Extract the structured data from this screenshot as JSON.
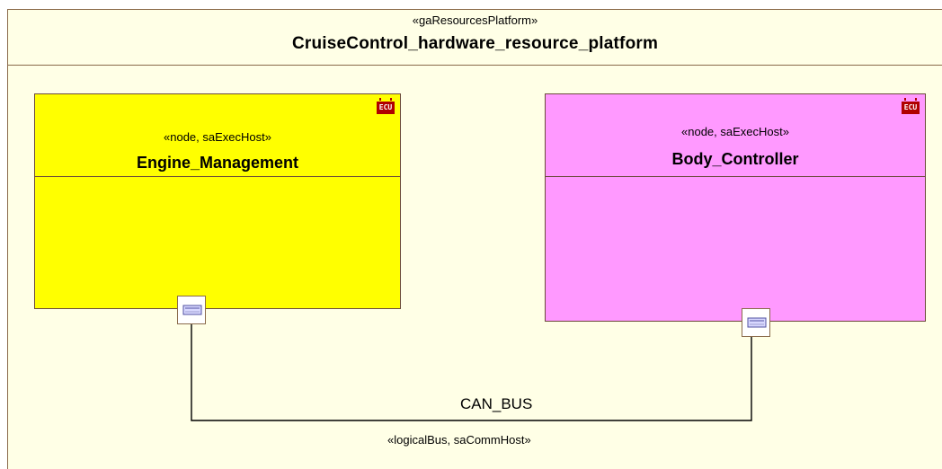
{
  "platform": {
    "stereotype": "«gaResourcesPlatform»",
    "name": "CruiseControl_hardware_resource_platform"
  },
  "nodes": [
    {
      "stereotype": "«node, saExecHost»",
      "name": "Engine_Management",
      "fill": "#ffff00",
      "icon": "ecu-icon",
      "icon_text": "ECU"
    },
    {
      "stereotype": "«node, saExecHost»",
      "name": "Body_Controller",
      "fill": "#ff99ff",
      "icon": "ecu-icon",
      "icon_text": "ECU"
    }
  ],
  "bus": {
    "name": "CAN_BUS",
    "stereotype": "«logicalBus, saCommHost»"
  },
  "colors": {
    "platform_bg": "#ffffe6",
    "border": "#6b4b3a",
    "line": "#000000"
  }
}
